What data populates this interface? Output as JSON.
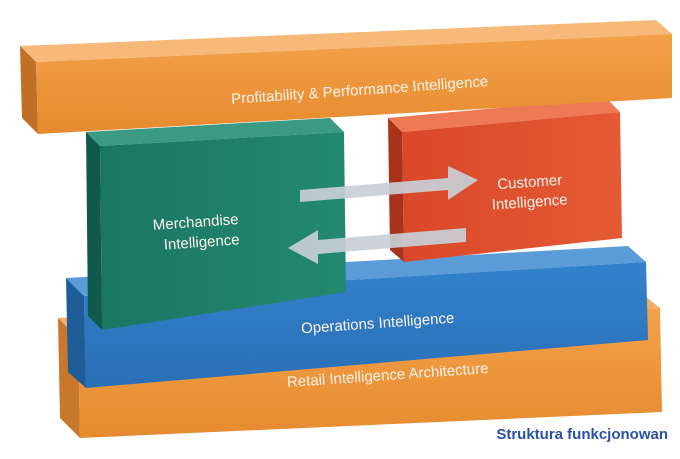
{
  "diagram": {
    "layers": {
      "top": "Profitability & Performance Intelligence",
      "left_block": [
        "Merchandise",
        "Intelligence"
      ],
      "right_block": [
        "Customer",
        "Intelligence"
      ],
      "middle": "Operations Intelligence",
      "bottom": "Retail Intelligence Architecture"
    },
    "arrows": [
      "merchandise-to-customer",
      "customer-to-merchandise"
    ],
    "colors": {
      "orange": "#ef9a3f",
      "green": "#1e7f6c",
      "red": "#dd4b2a",
      "blue": "#2f79c2",
      "arrow": "#c9cfd6"
    }
  },
  "caption": "Struktura funkcjonowan"
}
